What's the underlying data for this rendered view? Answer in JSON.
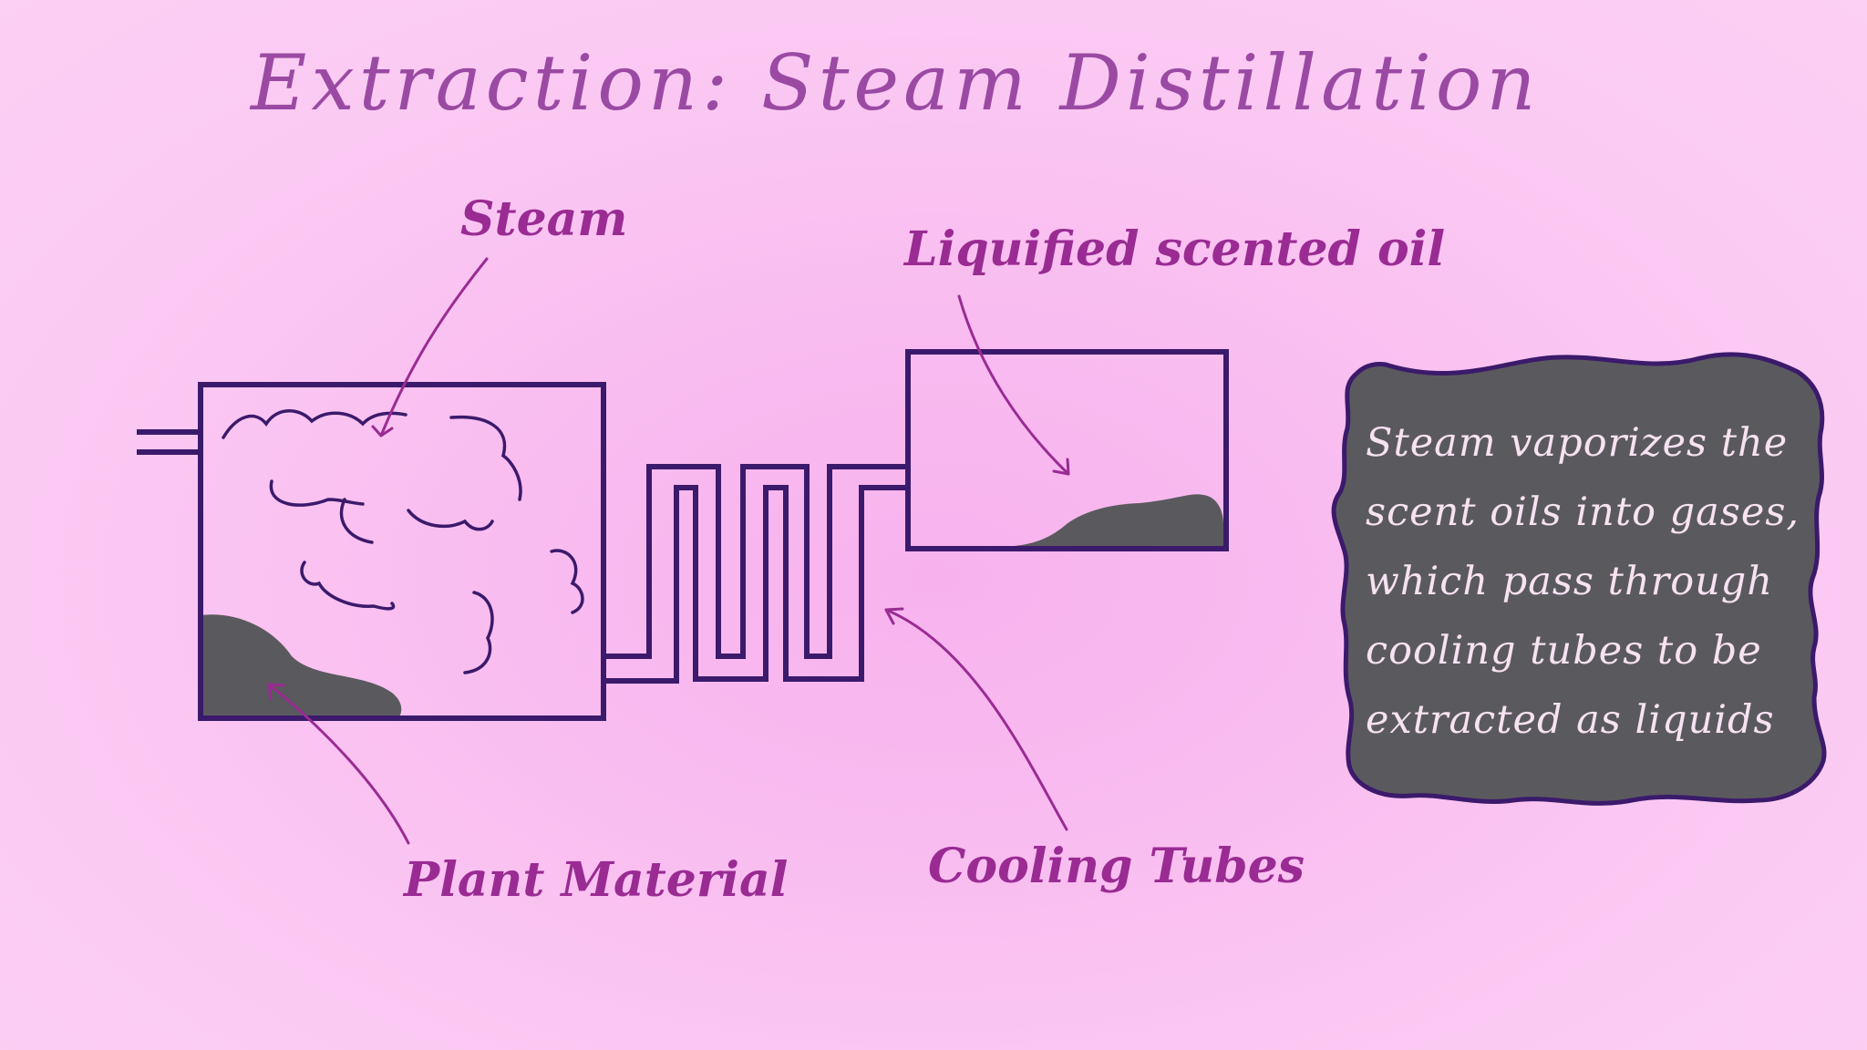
{
  "title": "Extraction: Steam Distillation",
  "labels": {
    "steam": "Steam",
    "liquified_oil": "Liquified scented oil",
    "plant_material": "Plant Material",
    "cooling_tubes": "Cooling Tubes"
  },
  "note": {
    "lines": [
      "Steam vaporizes the",
      "scent oils into gases,",
      "which pass through",
      "cooling tubes to be",
      "extracted as liquids"
    ]
  },
  "colors": {
    "background": "#f9bdf0",
    "outline": "#3b1a6b",
    "fill_dark": "#5a5a5e",
    "title": "#9a4aa3",
    "label": "#9a2b93",
    "arrow": "#9a2b93",
    "note_text": "#f7e2f2"
  }
}
